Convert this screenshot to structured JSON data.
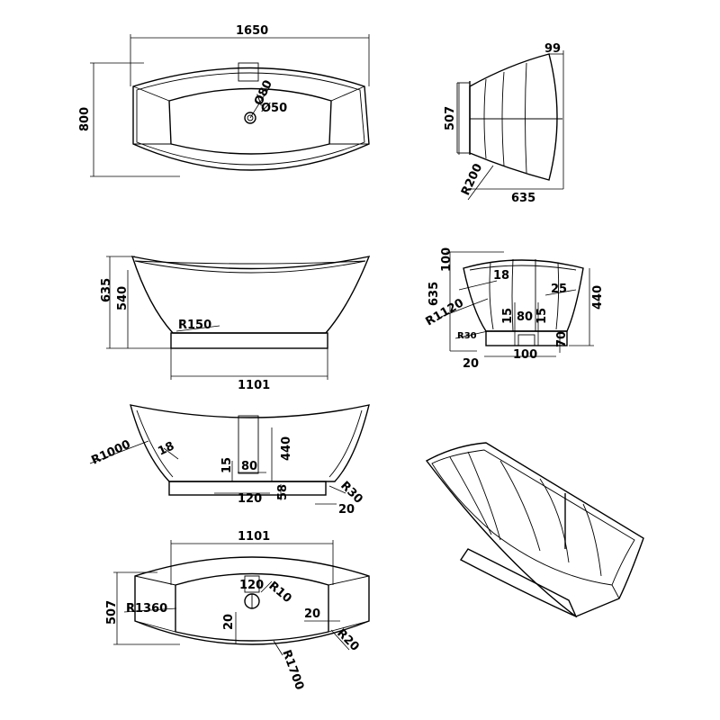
{
  "drawing_title": "",
  "top_view": {
    "width": "1650",
    "height": "800",
    "dia_outer": "Ø80",
    "dia_inner": "Ø50"
  },
  "end_view": {
    "top": "99",
    "height": "507",
    "radius": "R200",
    "depth": "635"
  },
  "side_view": {
    "height_total": "635",
    "height_inner": "540",
    "radius": "R150",
    "base_length": "1101"
  },
  "end_section": {
    "top": "100",
    "total": "635",
    "wall": "18",
    "radius_inner": "25",
    "radius_outer": "R1120",
    "h_right": "440",
    "d1": "15",
    "d2": "80",
    "d3": "15",
    "d4": "R30",
    "d5": "70",
    "d6": "20",
    "d7": "100"
  },
  "long_section": {
    "radius": "R1000",
    "wall": "18",
    "d15": "15",
    "d80": "80",
    "depth": "440",
    "d120": "120",
    "d58": "58",
    "r30": "R30",
    "d20": "20"
  },
  "bottom_view": {
    "length": "1101",
    "width": "507",
    "r1360": "R1360",
    "d120": "120",
    "r10": "R10",
    "d20a": "20",
    "d20b": "20",
    "r20": "R20",
    "r1700": "R1700"
  }
}
